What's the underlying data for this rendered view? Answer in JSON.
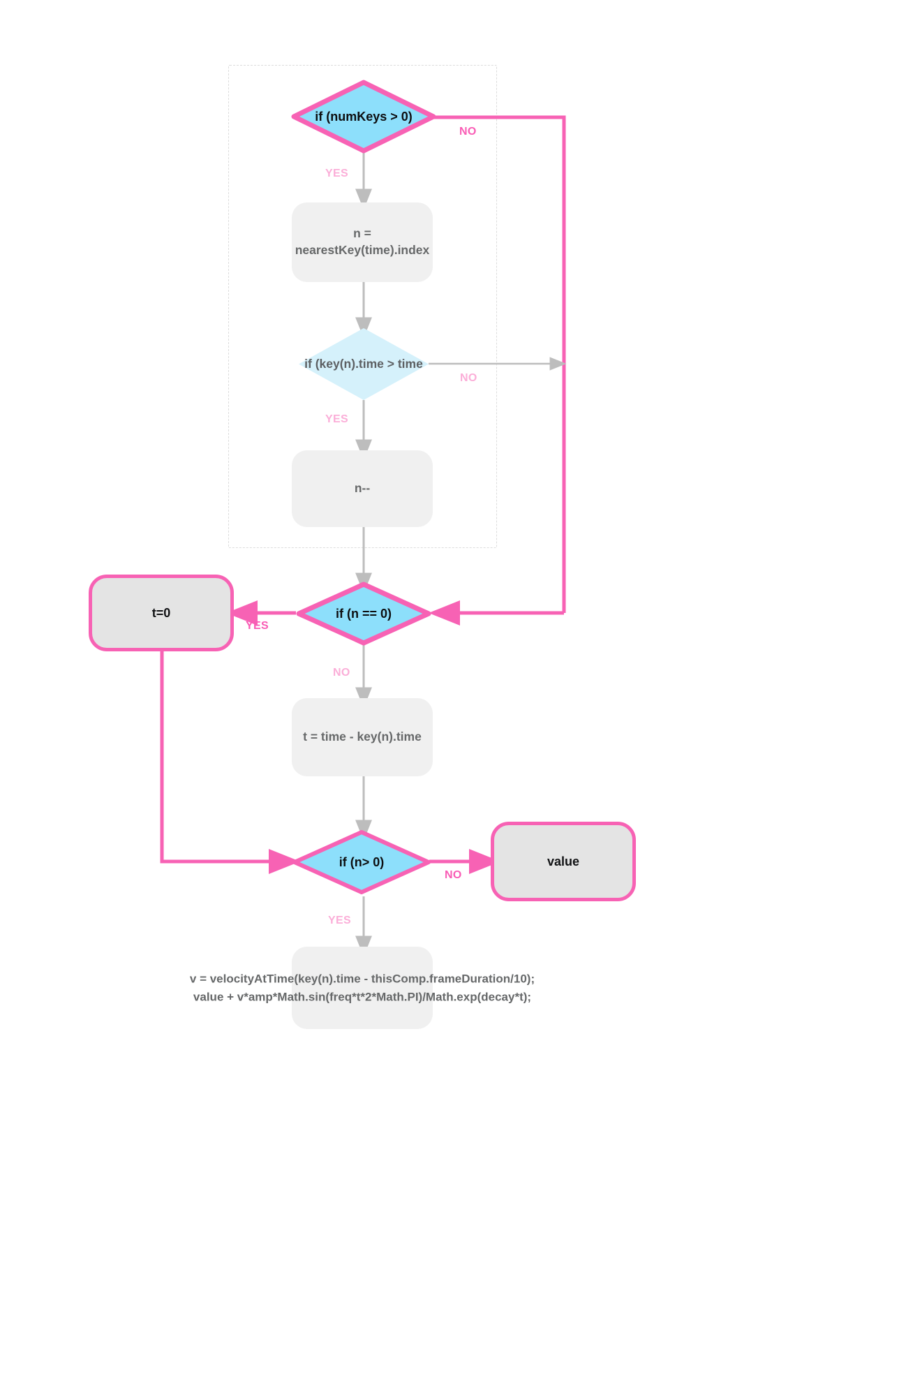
{
  "diagram": {
    "title": "After Effects bounce expression flowchart",
    "colors": {
      "highlight": "#f762b4",
      "label_soft": "#fbaed8",
      "label_strong": "#f95cb5",
      "diamond_fill_strong": "#8ddffb",
      "diamond_fill_soft": "#d5f1fb",
      "box_fill": "#f0f0f0",
      "box_fill_highlight": "#e4e4e4",
      "arrow_gray": "#bdbdbd",
      "text_gray": "#666869",
      "text_black": "#111214"
    },
    "nodes": [
      {
        "id": "d-numkeys",
        "kind": "decision",
        "label": "if (numKeys > 0)",
        "highlighted": true
      },
      {
        "id": "p-nearest",
        "kind": "process",
        "label": "n = nearestKey(time).index",
        "highlighted": false
      },
      {
        "id": "d-keytime",
        "kind": "decision",
        "label": "if (key(n).time > time",
        "highlighted": false
      },
      {
        "id": "p-ndec",
        "kind": "process",
        "label": "n--",
        "highlighted": false
      },
      {
        "id": "d-neq0",
        "kind": "decision",
        "label": "if (n == 0)",
        "highlighted": true
      },
      {
        "id": "p-t0",
        "kind": "process",
        "label": "t=0",
        "highlighted": true
      },
      {
        "id": "p-tcalc",
        "kind": "process",
        "label": "t = time - key(n).time",
        "highlighted": false
      },
      {
        "id": "d-ngt0",
        "kind": "decision",
        "label": "if (n> 0)",
        "highlighted": true
      },
      {
        "id": "p-value",
        "kind": "process",
        "label": "value",
        "highlighted": true
      },
      {
        "id": "p-formula",
        "kind": "process",
        "label": "v = velocityAtTime(key(n).time - thisComp.frameDuration/10);\nvalue + v*amp*Math.sin(freq*t*2*Math.PI)/Math.exp(decay*t);",
        "highlighted": false
      }
    ],
    "edge_labels": [
      {
        "id": "e1",
        "text": "NO",
        "style": "strong"
      },
      {
        "id": "e2",
        "text": "YES",
        "style": "soft"
      },
      {
        "id": "e3",
        "text": "NO",
        "style": "soft"
      },
      {
        "id": "e4",
        "text": "YES",
        "style": "soft"
      },
      {
        "id": "e5",
        "text": "YES",
        "style": "strong"
      },
      {
        "id": "e6",
        "text": "NO",
        "style": "soft"
      },
      {
        "id": "e7",
        "text": "NO",
        "style": "strong"
      },
      {
        "id": "e8",
        "text": "YES",
        "style": "soft"
      }
    ]
  }
}
